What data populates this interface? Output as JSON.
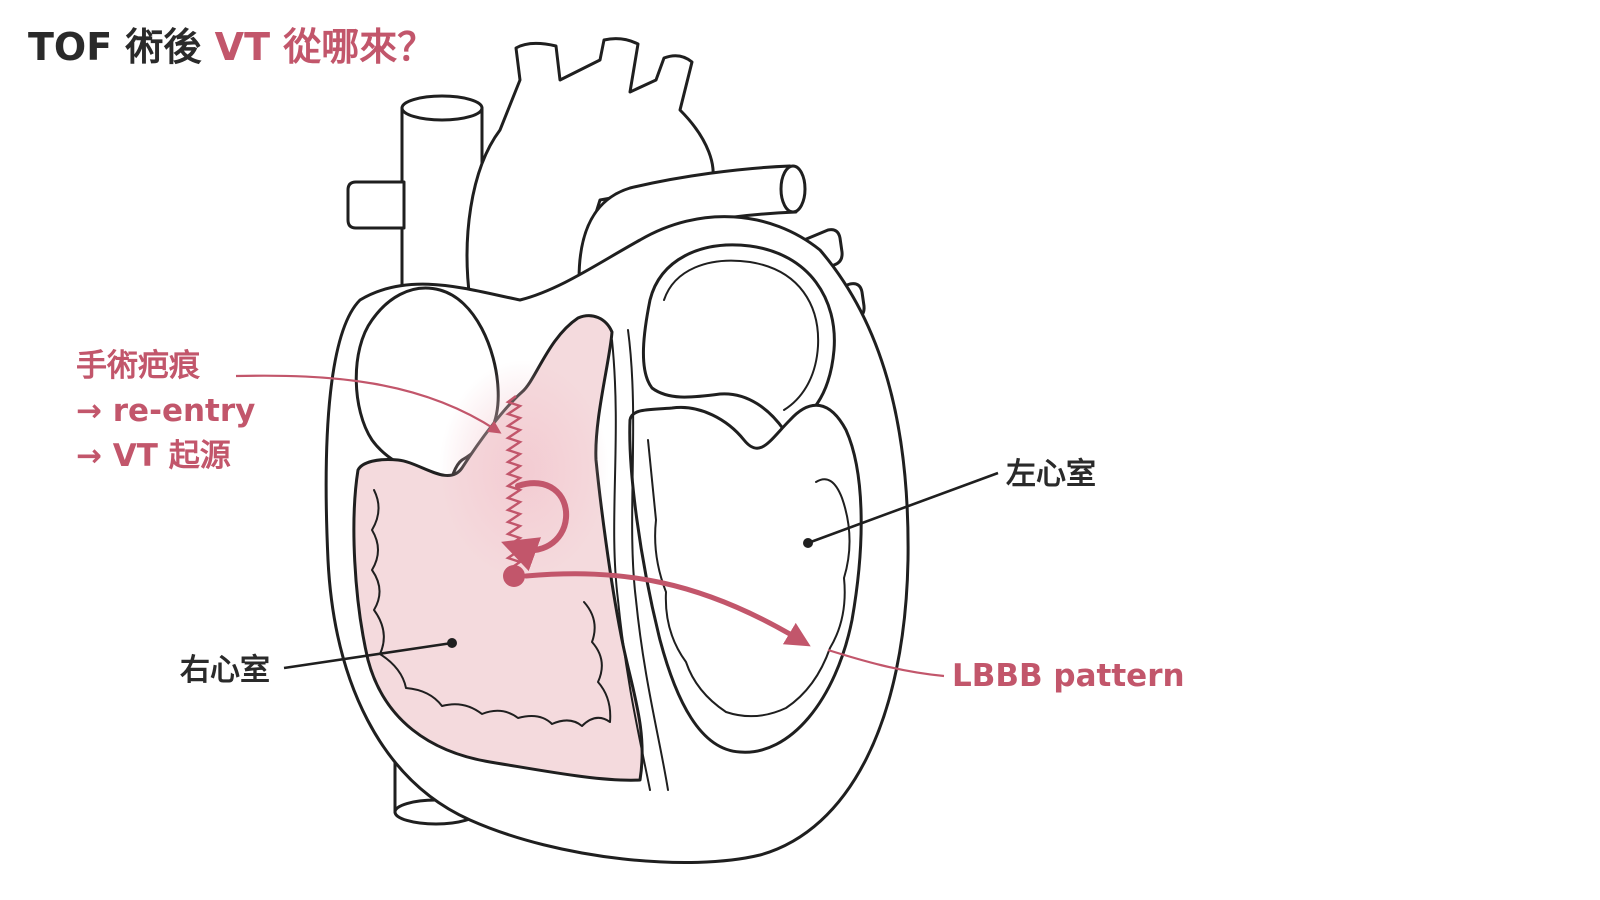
{
  "title": {
    "prefix": "TOF 術後 ",
    "highlight": "VT 從哪來？"
  },
  "labels": {
    "scar_line1": "手術疤痕",
    "scar_line2": "→ re-entry",
    "scar_line3": "→ VT 起源",
    "left_ventricle": "左心室",
    "right_ventricle": "右心室",
    "lbbb": "LBBB pattern"
  },
  "colors": {
    "accent": "#c2566b",
    "text_dark": "#2a2a2a",
    "outline": "#1f1f1f",
    "rv_tint": "#f4dadd"
  }
}
